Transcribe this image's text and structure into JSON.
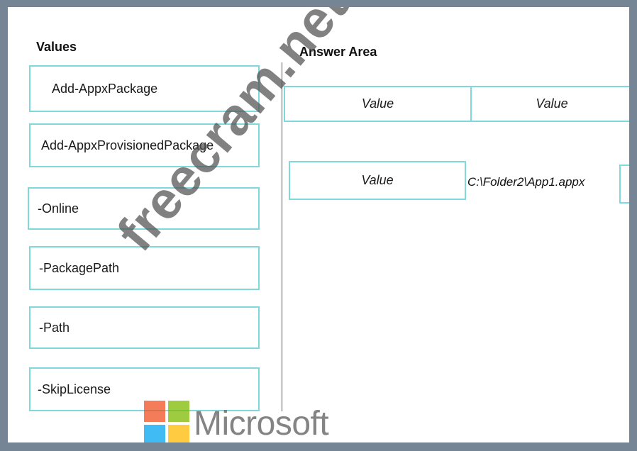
{
  "values_panel": {
    "heading": "Values",
    "items": [
      "Add-AppxPackage",
      "Add-AppxProvisionedPackage",
      "-Online",
      "-PackagePath",
      "-Path",
      "-SkipLicense"
    ]
  },
  "answer_area": {
    "heading": "Answer Area",
    "row1": [
      "Value",
      "Value"
    ],
    "row2": {
      "slot": "Value",
      "path": "C:\\Folder2\\App1.appx"
    }
  },
  "watermark": "freecram.net",
  "brand": {
    "name": "Microsoft",
    "colors": [
      "#f25022",
      "#7fba00",
      "#00a4ef",
      "#ffb900"
    ]
  }
}
